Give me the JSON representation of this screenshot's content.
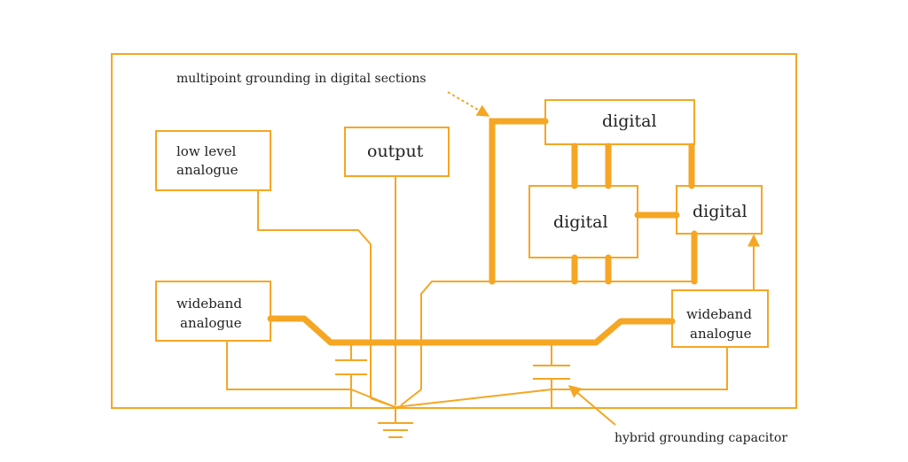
{
  "colors": {
    "wire": "#f5a623",
    "text": "#222222",
    "background": "#ffffff"
  },
  "blocks": {
    "low_level_analogue": {
      "line1": "low level",
      "line2": "analogue"
    },
    "output": {
      "label": "output"
    },
    "wideband_left": {
      "line1": "wideband",
      "line2": "analogue"
    },
    "wideband_right": {
      "line1": "wideband",
      "line2": "analogue"
    },
    "digital_top": {
      "label": "digital"
    },
    "digital_middle": {
      "label": "digital"
    },
    "digital_right": {
      "label": "digital"
    }
  },
  "annotations": {
    "multipoint": "multipoint grounding in digital sections",
    "hybrid": "hybrid grounding capacitor"
  },
  "icons": {
    "ground": "ground-symbol-icon",
    "capacitor": "capacitor-icon"
  }
}
